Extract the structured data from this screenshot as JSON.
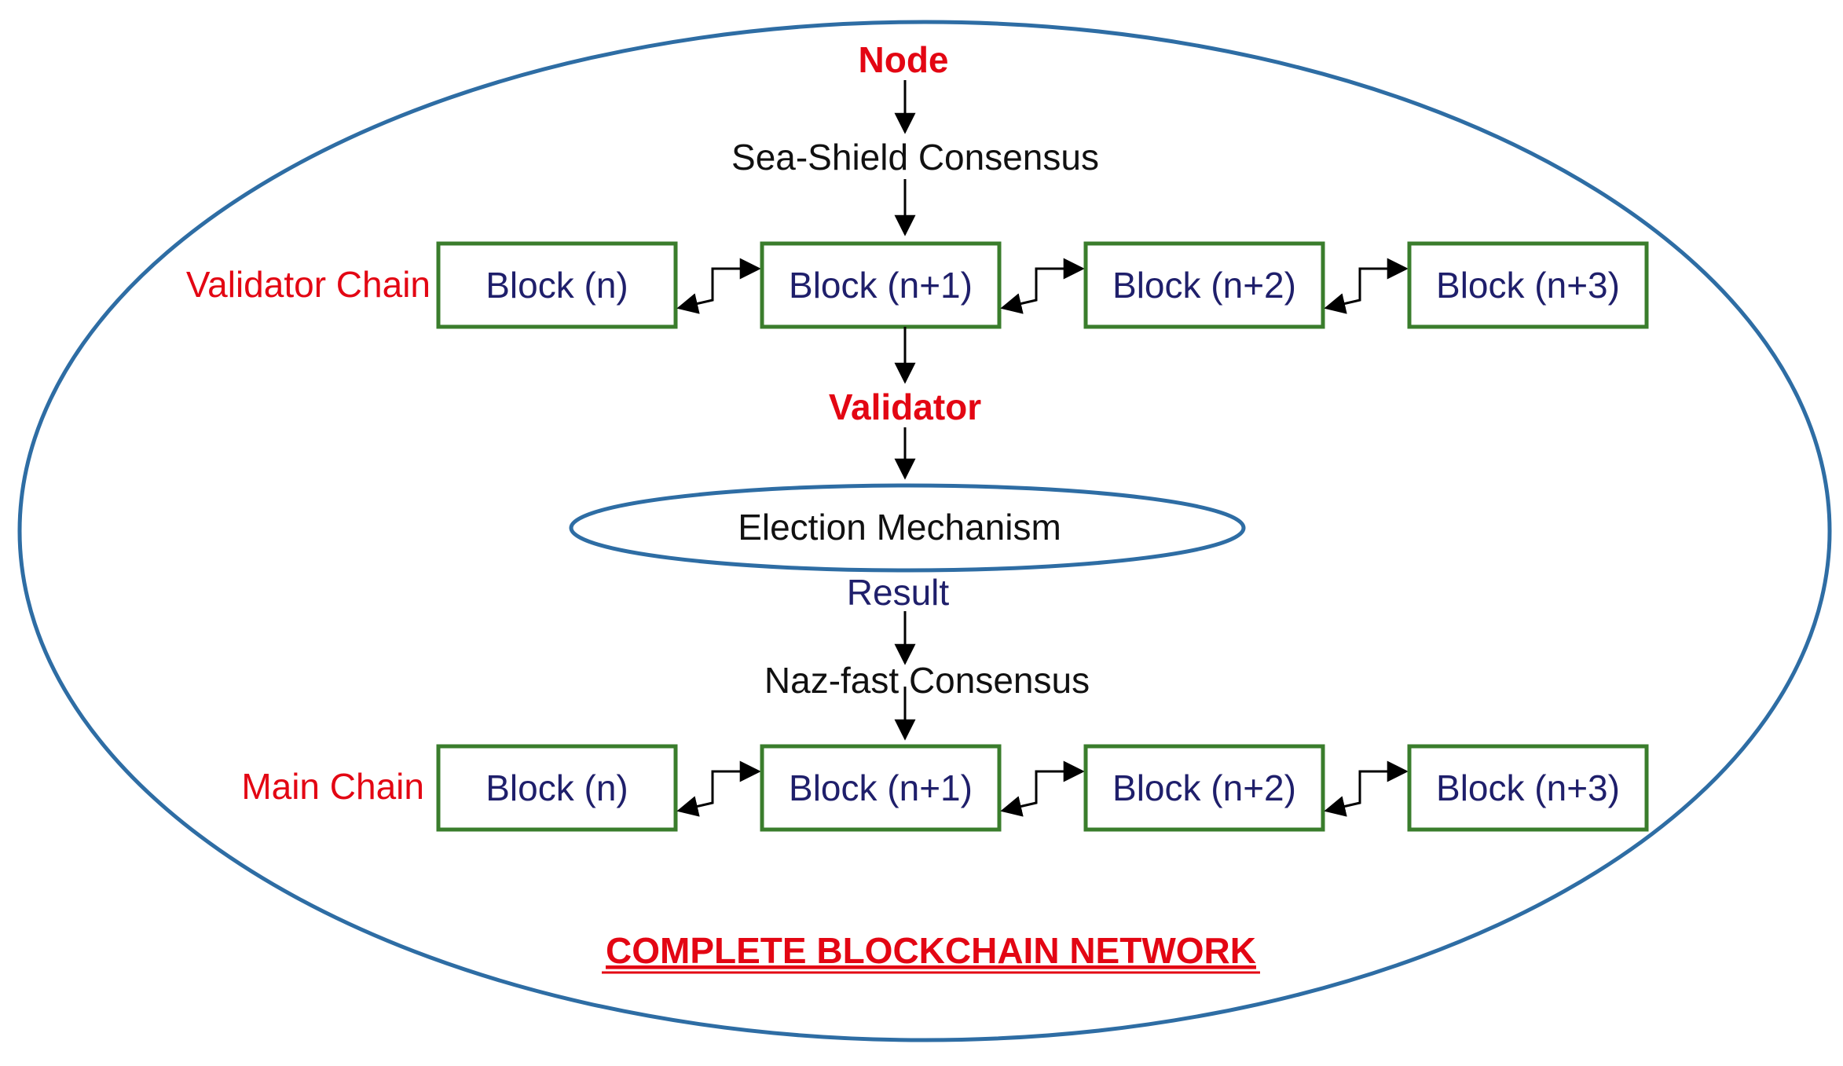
{
  "colors": {
    "outer_ellipse": "#2e6da4",
    "block_border": "#3a7d2c",
    "red_label": "#e30613",
    "navy_text": "#1f1f6b",
    "black_text": "#111111",
    "arrow": "#000000"
  },
  "labels": {
    "node": "Node",
    "sea_shield": "Sea-Shield Consensus",
    "validator_chain": "Validator Chain",
    "validator": "Validator",
    "election": "Election Mechanism",
    "result": "Result",
    "naz_fast": "Naz-fast Consensus",
    "main_chain": "Main Chain",
    "network": "COMPLETE BLOCKCHAIN NETWORK"
  },
  "validator_chain_blocks": [
    "Block (n)",
    "Block (n+1)",
    "Block (n+2)",
    "Block (n+3)"
  ],
  "main_chain_blocks": [
    "Block (n)",
    "Block (n+1)",
    "Block (n+2)",
    "Block (n+3)"
  ]
}
